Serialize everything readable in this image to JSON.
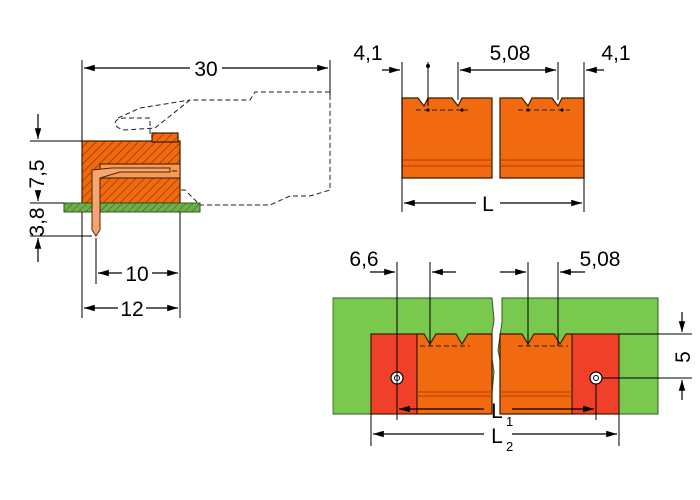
{
  "dimensions": {
    "overall_length": "30",
    "height": "7,5",
    "pin_below": "3,8",
    "pin_offset": "10",
    "depth": "12",
    "edge_left": "4,1",
    "pitch_top": "5,08",
    "edge_right": "4,1",
    "length": "L",
    "flange_width": "6,6",
    "pitch_bottom": "5,08",
    "flange_height": "5",
    "l1": "L",
    "l1_sub": "1",
    "l2": "L",
    "l2_sub": "2"
  },
  "colors": {
    "housing": "#f26a0f",
    "flange": "#f0402a",
    "pcb": "#79c94f",
    "pcb_side": "#3d7a2a"
  }
}
